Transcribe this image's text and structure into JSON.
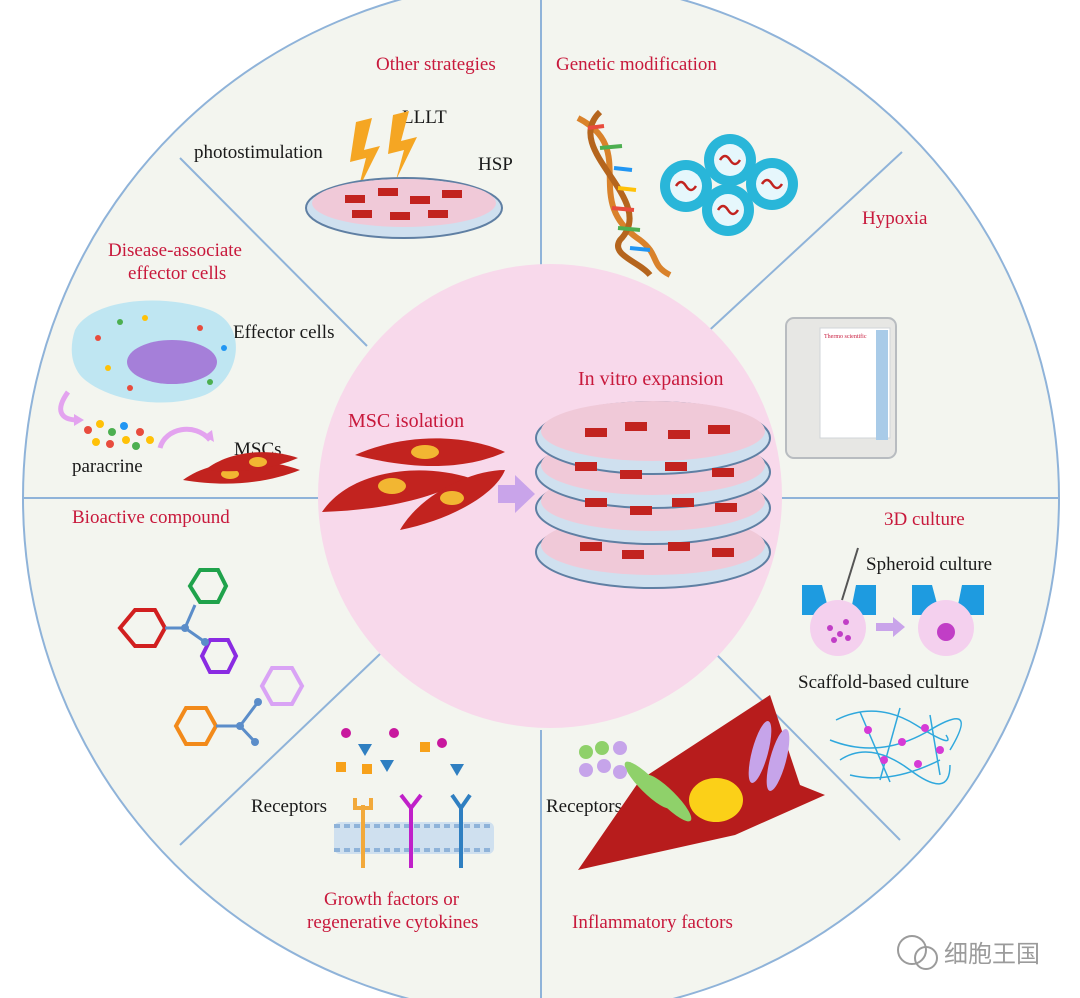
{
  "center": {
    "isolation": "MSC isolation",
    "expansion": "In vitro expansion"
  },
  "sectors": {
    "other_strategies": {
      "title": "Other strategies",
      "labels": {
        "lllt": "LLLT",
        "photostimulation": "photostimulation",
        "hsp": "HSP"
      }
    },
    "genetic_modification": {
      "title": "Genetic modification"
    },
    "hypoxia": {
      "title": "Hypoxia",
      "device_brand": "Thermo scientific"
    },
    "three_d_culture": {
      "title": "3D culture",
      "spheroid": "Spheroid culture",
      "scaffold": "Scaffold-based culture"
    },
    "inflammatory_factors": {
      "title": "Inflammatory factors",
      "receptors": "Receptors"
    },
    "growth_factors": {
      "title_line1": "Growth factors or",
      "title_line2": "regenerative cytokines",
      "receptors": "Receptors"
    },
    "bioactive_compound": {
      "title": "Bioactive compound"
    },
    "disease_effector": {
      "title_line1": "Disease-associate",
      "title_line2": "effector cells",
      "effector": "Effector cells",
      "paracrine": "paracrine",
      "mscs": "MSCs"
    }
  },
  "watermark": {
    "text": "细胞王国"
  },
  "colors": {
    "title_red": "#c8193c",
    "sector_bg": "#f3f5ef",
    "divider": "#8fb3d9",
    "center_pink": "#f8d9eb",
    "cell_red": "#c2231f",
    "nucleus": "#f2b632"
  }
}
